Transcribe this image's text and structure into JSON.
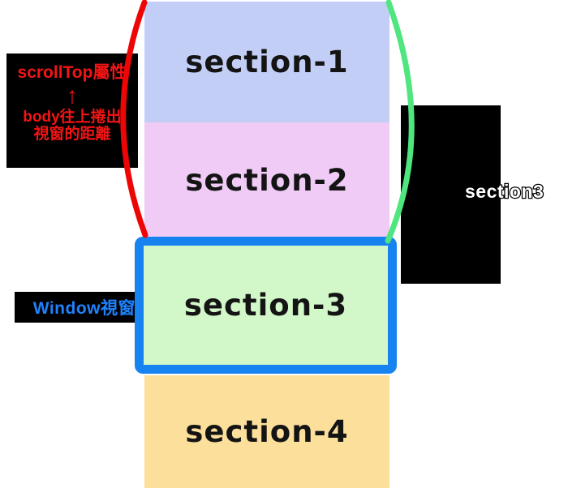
{
  "diagram": {
    "title_hint": "scrollTop explanation diagram",
    "background": "#ffffff"
  },
  "sections": [
    {
      "label": "section-1",
      "color": "#c3cef6"
    },
    {
      "label": "section-2",
      "color": "#efcbf6"
    },
    {
      "label": "section-3",
      "color": "#d2f7c8"
    },
    {
      "label": "section-4",
      "color": "#fbdf9a"
    }
  ],
  "window_viewport": {
    "border_color": "#1683f0"
  },
  "annotations": {
    "scrolltop": {
      "title": "scrollTop屬性",
      "arrow": "↑",
      "line1": "body往上捲出",
      "line2": "視窗的距離",
      "text_color": "#f41414",
      "bg_color": "#000000"
    },
    "window_label": {
      "text": "Window視窗",
      "text_color": "#1e82ff",
      "bg_color": "#000000"
    },
    "right_label": {
      "text": "section3",
      "text_color": "#ffffff",
      "bg_color": "#000000"
    },
    "red_curve_color": "#ee0505",
    "green_curve_color": "#4fe57f"
  }
}
